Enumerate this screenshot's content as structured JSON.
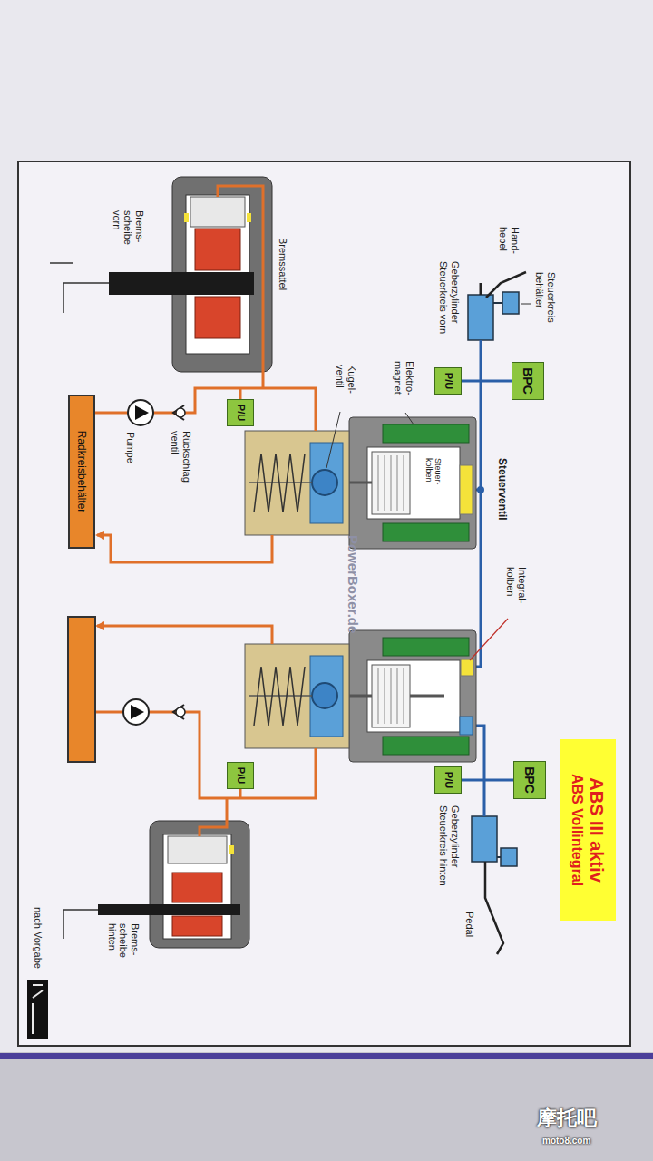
{
  "diagram": {
    "nodes": [
      {
        "text": [
          "ABS III aktiv",
          "ABS Vollintegral"
        ]
      },
      {
        "text": [
          "BPC"
        ]
      },
      {
        "text": [
          "P/U"
        ]
      },
      {
        "text": [
          "P/U"
        ]
      },
      {
        "text": [
          "Radkreisbehälter"
        ]
      },
      {
        "text": [
          "BPC"
        ]
      },
      {
        "text": [
          "P/U"
        ]
      },
      {
        "text": [
          "P/U"
        ]
      }
    ],
    "edges": [
      {
        "from": 1,
        "to": 2,
        "arrow": "none"
      },
      {
        "from": 5,
        "to": 6,
        "arrow": "none"
      }
    ],
    "labels": [
      "Steuerkreis behälter",
      "Hand- hebel",
      "Geberzylinder Steuerkreis vorn",
      "Steuerventil",
      "Elektro- magnet",
      "Steuer- kolben",
      "Kugel- ventil",
      "Bremssattel",
      "Brems- scheibe vorn",
      "Rückschlag ventil",
      "Pumpe",
      "Integral- kolben",
      "Geberzylinder Steuerkreis hinten",
      "Pedal",
      "Brems- scheibe hinten",
      "nach Vorgabe",
      "PowerBoxer.de",
      "摩托吧",
      "moto8.com"
    ]
  }
}
